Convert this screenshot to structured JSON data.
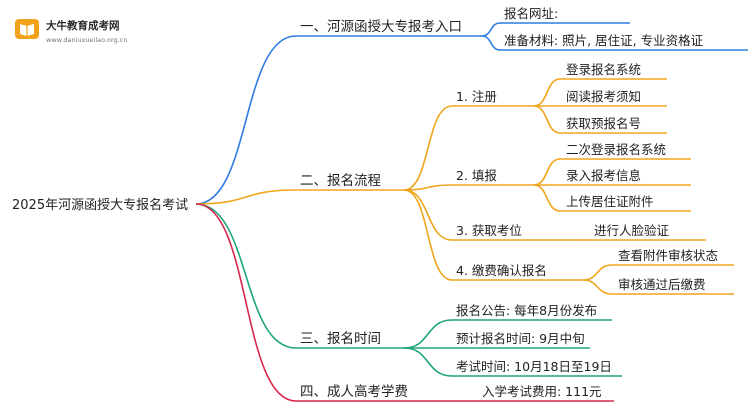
{
  "logo": {
    "name": "大牛教育成考网",
    "url": "www.daniuxueilao.org.cn"
  },
  "mindmap": {
    "root": "2025年河源函授大专报名考试",
    "branches": [
      {
        "label": "一、河源函授大专报考入口",
        "color": "#2f7de1",
        "children": [
          {
            "label": "报名网址:",
            "children": []
          },
          {
            "label": "准备材料: 照片, 居住证, 专业资格证",
            "children": []
          }
        ]
      },
      {
        "label": "二、报名流程",
        "color": "#f0a51b",
        "children": [
          {
            "label": "1. 注册",
            "children": [
              "登录报名系统",
              "阅读报考须知",
              "获取预报名号"
            ]
          },
          {
            "label": "2. 填报",
            "children": [
              "二次登录报名系统",
              "录入报考信息",
              "上传居住证附件"
            ]
          },
          {
            "label": "3. 获取考位",
            "children": [
              "进行人脸验证"
            ]
          },
          {
            "label": "4. 缴费确认报名",
            "children": [
              "查看附件审核状态",
              "审核通过后缴费"
            ]
          }
        ]
      },
      {
        "label": "三、报名时间",
        "color": "#1fa57a",
        "children": [
          {
            "label": "报名公告: 每年8月份发布",
            "children": []
          },
          {
            "label": "预计报名时间: 9月中旬",
            "children": []
          },
          {
            "label": "考试时间: 10月18日至19日",
            "children": []
          }
        ]
      },
      {
        "label": "四、成人高考学费",
        "color": "#d8264b",
        "children": [
          {
            "label": "入学考试费用: 111元",
            "children": []
          }
        ]
      }
    ]
  }
}
